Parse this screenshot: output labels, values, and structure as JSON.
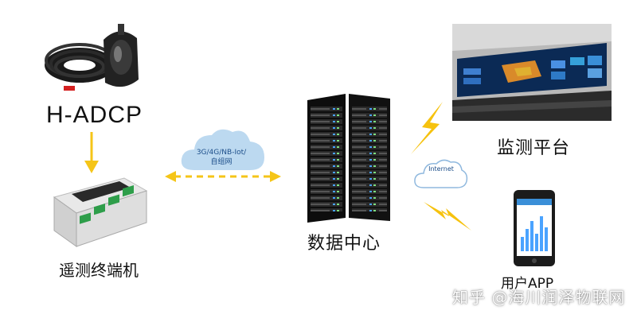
{
  "labels": {
    "sensor": "H-ADCP",
    "terminal": "遥测终端机",
    "datacenter": "数据中心",
    "monitoring": "监测平台",
    "user_app": "用户APP"
  },
  "network": {
    "link_line1": "3G/4G/NB-Iot/",
    "link_line2": "自组网",
    "internet": "Internet"
  },
  "watermark": "知乎 @海川润泽物联网",
  "colors": {
    "arrow": "#f5c518",
    "lightning": "#f6c20e",
    "cloud": "#bcd9f0",
    "text": "#111111"
  }
}
